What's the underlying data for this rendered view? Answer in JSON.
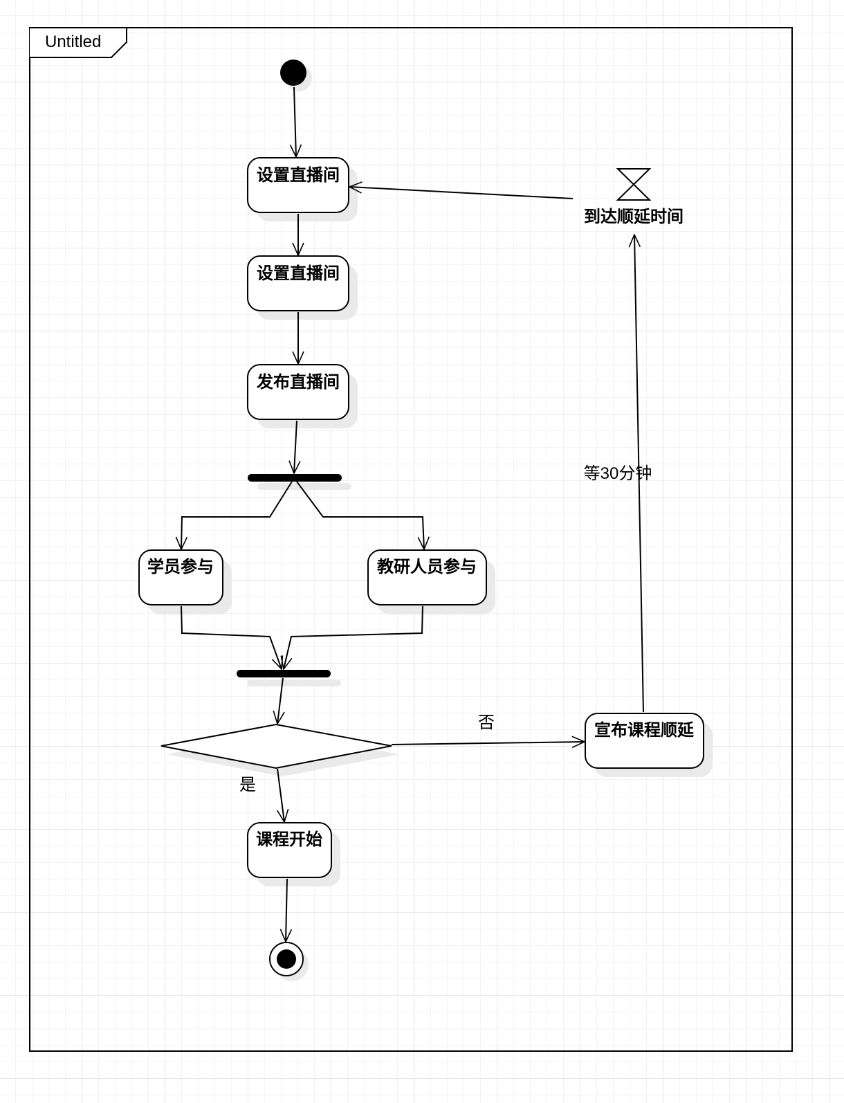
{
  "frame": {
    "title": "Untitled"
  },
  "nodes": {
    "setup_room_1": "设置直播间",
    "setup_room_2": "设置直播间",
    "publish_room": "发布直播间",
    "students_join": "学员参与",
    "teachers_join": "教研人员参与",
    "course_start": "课程开始",
    "announce_delay": "宣布课程顺延",
    "delay_time_reached": "到达顺延时间"
  },
  "edges": {
    "decision_yes": "是",
    "decision_no": "否",
    "wait_label": "等30分钟"
  }
}
